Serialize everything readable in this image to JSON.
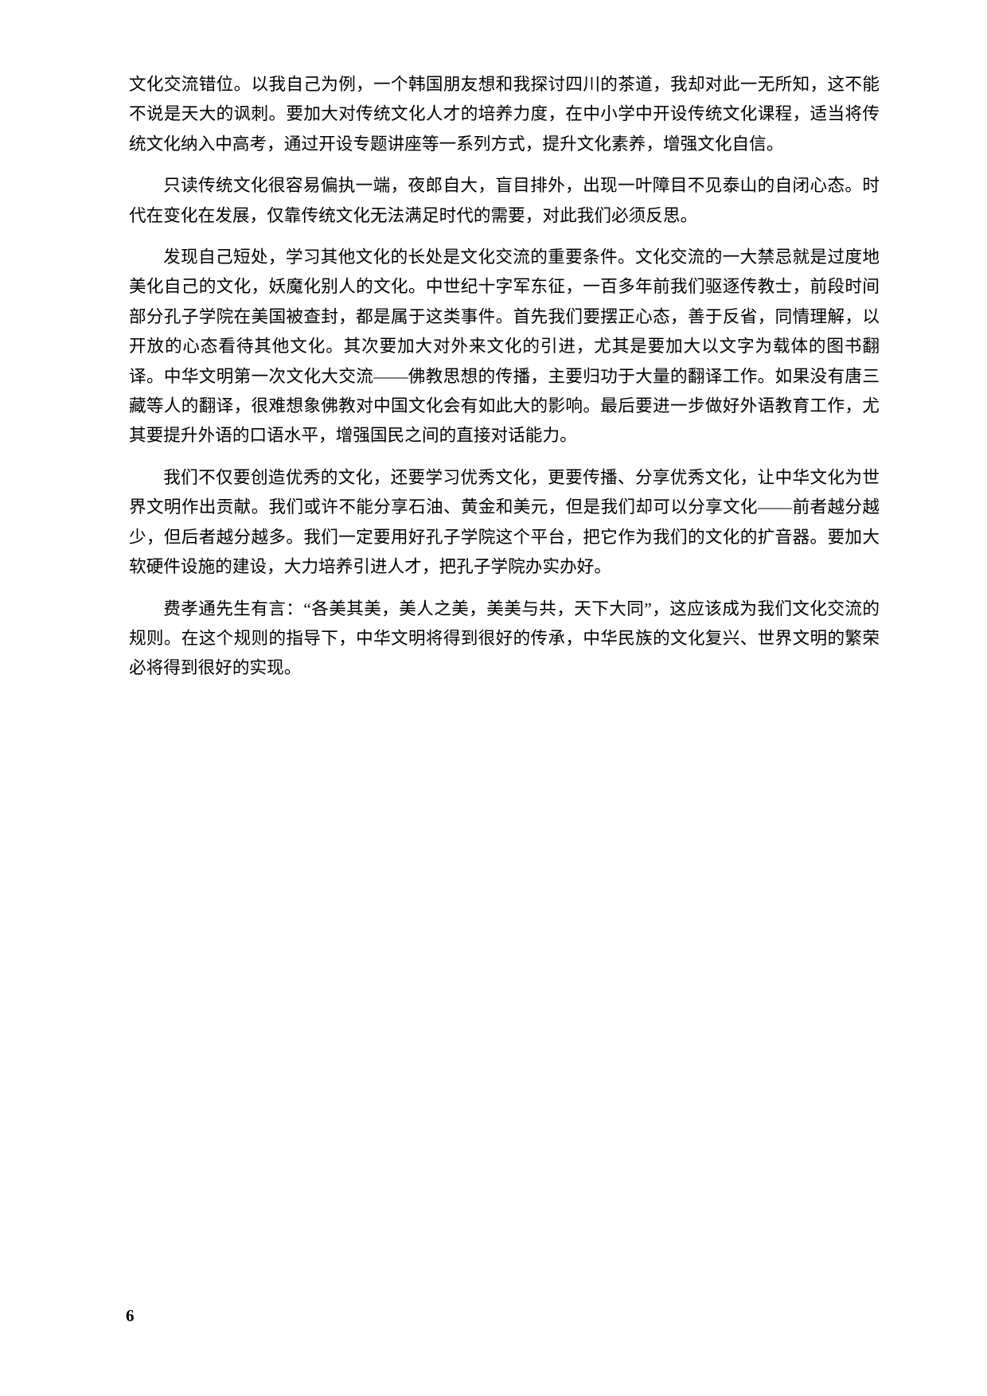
{
  "document": {
    "language": "zh-CN",
    "page_number": "6",
    "body_paragraphs": [
      {
        "id": "p1",
        "continued_from_previous_page": true,
        "text": "文化交流错位。以我自己为例，一个韩国朋友想和我探讨四川的茶道，我却对此一无所知，这不能不说是天大的讽刺。要加大对传统文化人才的培养力度，在中小学中开设传统文化课程，适当将传统文化纳入中高考，通过开设专题讲座等一系列方式，提升文化素养，增强文化自信。"
      },
      {
        "id": "p2",
        "continued_from_previous_page": false,
        "text": "只读传统文化很容易偏执一端，夜郎自大，盲目排外，出现一叶障目不见泰山的自闭心态。时代在变化在发展，仅靠传统文化无法满足时代的需要，对此我们必须反思。"
      },
      {
        "id": "p3",
        "continued_from_previous_page": false,
        "text": "发现自己短处，学习其他文化的长处是文化交流的重要条件。文化交流的一大禁忌就是过度地美化自己的文化，妖魔化别人的文化。中世纪十字军东征，一百多年前我们驱逐传教士，前段时间部分孔子学院在美国被查封，都是属于这类事件。首先我们要摆正心态，善于反省，同情理解，以开放的心态看待其他文化。其次要加大对外来文化的引进，尤其是要加大以文字为载体的图书翻译。中华文明第一次文化大交流——佛教思想的传播，主要归功于大量的翻译工作。如果没有唐三藏等人的翻译，很难想象佛教对中国文化会有如此大的影响。最后要进一步做好外语教育工作，尤其要提升外语的口语水平，增强国民之间的直接对话能力。"
      },
      {
        "id": "p4",
        "continued_from_previous_page": false,
        "text": "我们不仅要创造优秀的文化，还要学习优秀文化，更要传播、分享优秀文化，让中华文化为世界文明作出贡献。我们或许不能分享石油、黄金和美元，但是我们却可以分享文化——前者越分越少，但后者越分越多。我们一定要用好孔子学院这个平台，把它作为我们的文化的扩音器。要加大软硬件设施的建设，大力培养引进人才，把孔子学院办实办好。"
      },
      {
        "id": "p5",
        "continued_from_previous_page": false,
        "text": "费孝通先生有言：“各美其美，美人之美，美美与共，天下大同”，这应该成为我们文化交流的规则。在这个规则的指导下，中华文明将得到很好的传承，中华民族的文化复兴、世界文明的繁荣必将得到很好的实现。"
      }
    ]
  }
}
